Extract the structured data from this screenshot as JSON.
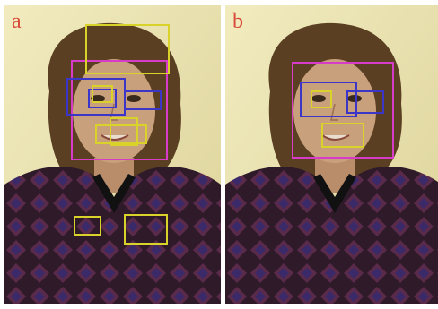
{
  "panels": [
    {
      "label": "a",
      "boxes": [
        {
          "kind": "face",
          "color": "#d63cc8"
        },
        {
          "kind": "eye-region",
          "color": "#3b36c8"
        },
        {
          "kind": "eye-region",
          "color": "#3b36c8"
        },
        {
          "kind": "eye-region",
          "color": "#3b36c8"
        },
        {
          "kind": "false-detection",
          "color": "#d9d22a"
        },
        {
          "kind": "eye",
          "color": "#d9d22a"
        },
        {
          "kind": "mouth",
          "color": "#d9d22a"
        },
        {
          "kind": "false-detection",
          "color": "#d9d22a"
        },
        {
          "kind": "false-detection",
          "color": "#d9d22a"
        }
      ]
    },
    {
      "label": "b",
      "boxes": [
        {
          "kind": "face",
          "color": "#d63cc8"
        },
        {
          "kind": "eye-region",
          "color": "#3b36c8"
        },
        {
          "kind": "eye-region",
          "color": "#3b36c8"
        },
        {
          "kind": "eye",
          "color": "#d9d22a"
        },
        {
          "kind": "mouth",
          "color": "#d9d22a"
        }
      ]
    }
  ],
  "colors": {
    "label": "#d9493a",
    "face_box": "#d63cc8",
    "eye_box": "#3b36c8",
    "feature_box": "#d9d22a",
    "background": "#e9e2a8",
    "hair": "#5a3f22",
    "skin": "#c9a07c",
    "shirt": "#3a1f30"
  }
}
